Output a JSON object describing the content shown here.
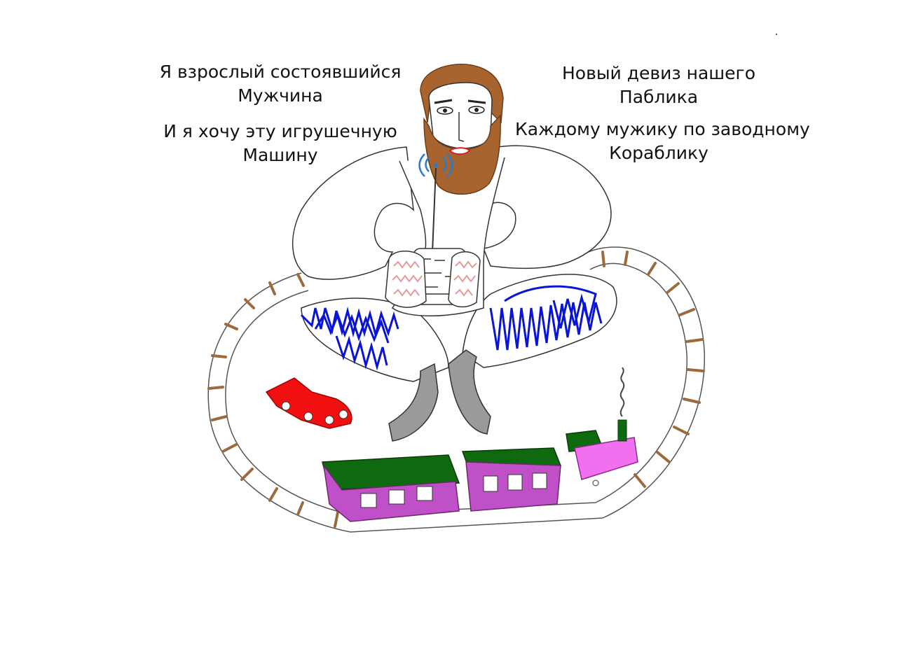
{
  "captions": {
    "left_top": [
      "Я взрослый состоявшийся",
      "Мужчина"
    ],
    "left_bottom": [
      "И я хочу эту игрушечную",
      "Машину"
    ],
    "right_top": [
      "Новый девиз нашего",
      "Паблика"
    ],
    "right_bottom": [
      "Каждому мужику по заводному",
      "Кораблику"
    ]
  },
  "illustration": {
    "subjects": [
      "bearded-man",
      "remote-control",
      "toy-railway-track",
      "toy-train",
      "toy-car"
    ],
    "colors": {
      "beard_hair": "#a8642e",
      "jeans_scribble": "#0a14d8",
      "socks": "#9a9a9a",
      "hand_scribble": "#e59a9a",
      "track_ties": "#9c6a3c",
      "car": "#f01010",
      "train_roof": "#0f6a0f",
      "train_wagon": "#c050c8",
      "locomotive": "#f070f0",
      "signal_waves": "#2a7ad0"
    }
  }
}
